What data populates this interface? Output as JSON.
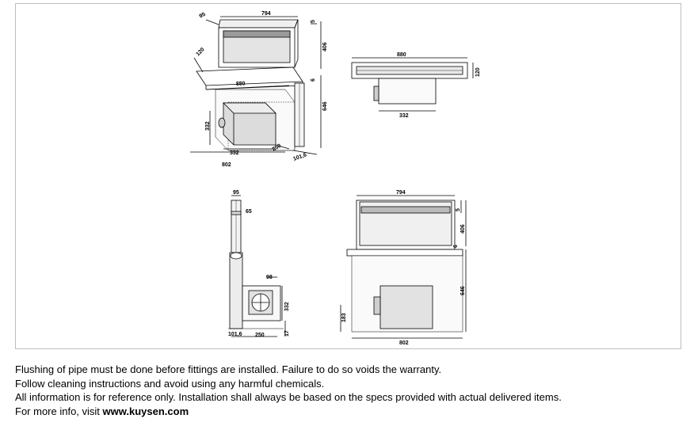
{
  "drawing": {
    "iso": {
      "depth_top": "95",
      "width_top": "794",
      "dim_5": "5",
      "height_406": "406",
      "depth_120": "120",
      "dim_6": "6",
      "width_880": "880",
      "height_646": "646",
      "motor_332": "332",
      "motor_332b": "332",
      "motor_250": "250",
      "width_802": "802",
      "offset_101": "101,6"
    },
    "top_view": {
      "width_880": "880",
      "depth_120": "120",
      "motor_332": "332"
    },
    "side_view": {
      "d95": "95",
      "d65": "65",
      "d98": "98",
      "d332": "332",
      "d101": "101,6",
      "d250": "250",
      "d17": "17"
    },
    "front_view": {
      "w794": "794",
      "d5": "5",
      "h406": "406",
      "d6": "6",
      "h646": "646",
      "h183": "183",
      "w802": "802"
    }
  },
  "notes": {
    "line1": "Flushing of pipe must be done before fittings are installed. Failure to do so voids the warranty.",
    "line2": "Follow cleaning instructions and avoid using any harmful chemicals.",
    "line3": "All information is for reference only. Installation shall always be based on the specs provided with actual delivered items.",
    "line4_prefix": "For more info, visit ",
    "line4_link": "www.kuysen.com"
  }
}
